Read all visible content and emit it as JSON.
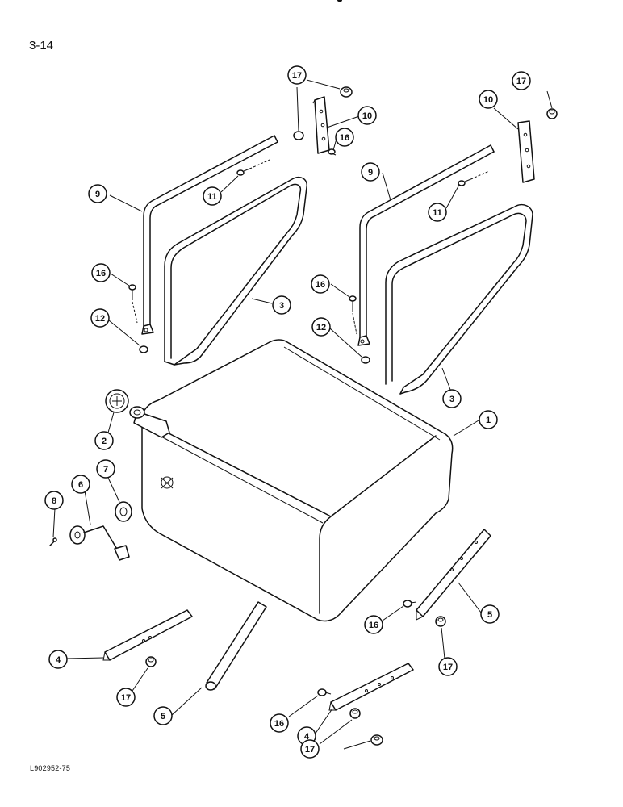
{
  "page_number": "3-14",
  "figure_code": "L902952-75",
  "callouts": [
    {
      "id": "c17a",
      "label": "17"
    },
    {
      "id": "c17b",
      "label": "17"
    },
    {
      "id": "c10a",
      "label": "10"
    },
    {
      "id": "c10b",
      "label": "10"
    },
    {
      "id": "c16a",
      "label": "16"
    },
    {
      "id": "c9a",
      "label": "9"
    },
    {
      "id": "c9b",
      "label": "9"
    },
    {
      "id": "c11a",
      "label": "11"
    },
    {
      "id": "c11b",
      "label": "11"
    },
    {
      "id": "c16b",
      "label": "16"
    },
    {
      "id": "c16c",
      "label": "16"
    },
    {
      "id": "c3a",
      "label": "3"
    },
    {
      "id": "c12a",
      "label": "12"
    },
    {
      "id": "c12b",
      "label": "12"
    },
    {
      "id": "c3b",
      "label": "3"
    },
    {
      "id": "c1",
      "label": "1"
    },
    {
      "id": "c2",
      "label": "2"
    },
    {
      "id": "c7",
      "label": "7"
    },
    {
      "id": "c6",
      "label": "6"
    },
    {
      "id": "c8",
      "label": "8"
    },
    {
      "id": "c5a",
      "label": "5"
    },
    {
      "id": "c16d",
      "label": "16"
    },
    {
      "id": "c4a",
      "label": "4"
    },
    {
      "id": "c17c",
      "label": "17"
    },
    {
      "id": "c17d",
      "label": "17"
    },
    {
      "id": "c5b",
      "label": "5"
    },
    {
      "id": "c16e",
      "label": "16"
    },
    {
      "id": "c4b",
      "label": "4"
    },
    {
      "id": "c17e",
      "label": "17"
    }
  ]
}
